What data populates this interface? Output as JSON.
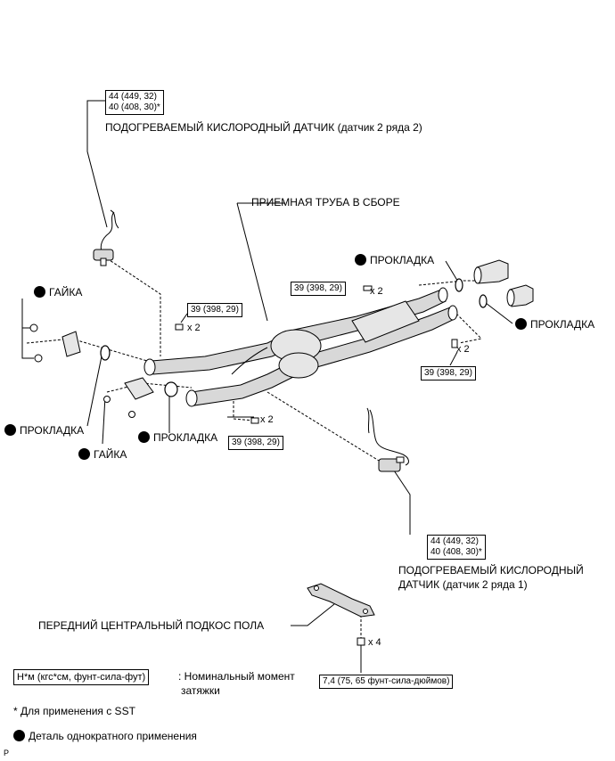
{
  "labels": {
    "sensor2": "ПОДОГРЕВАЕМЫЙ КИСЛОРОДНЫЙ ДАТЧИК (датчик 2 ряда 2)",
    "pipe_assembly": "ПРИЕМНАЯ ТРУБА В СБОРЕ",
    "gasket_top": "ПРОКЛАДКА",
    "gasket_right": "ПРОКЛАДКА",
    "nut_left": "ГАЙКА",
    "gasket_left": "ПРОКЛАДКА",
    "nut_bottom": "ГАЙКА",
    "gasket_mid": "ПРОКЛАДКА",
    "sensor1_line1": "ПОДОГРЕВАЕМЫЙ КИСЛОРОДНЫЙ",
    "sensor1_line2": "ДАТЧИК (датчик 2 ряда 1)",
    "brace": "ПЕРЕДНИЙ ЦЕНТРАЛЬНЫЙ ПОДКОС ПОЛА"
  },
  "torques": {
    "sensor_top_line1": "44 (449, 32)",
    "sensor_top_line2": "40 (408, 30)*",
    "left_bolt": "39 (398, 29)",
    "top_right_bolt": "39 (398, 29)",
    "right_bolt": "39 (398, 29)",
    "mid_bolt": "39 (398, 29)",
    "sensor_bottom_line1": "44 (449, 32)",
    "sensor_bottom_line2": "40 (408, 30)*",
    "brace_bolt": "7,4 (75, 65 фунт-сила-дюймов)"
  },
  "quantities": {
    "left_bolt": "x 2",
    "top_right_bolt": "x 2",
    "right_bolt": "x 2",
    "mid_bolt": "x 2",
    "brace_bolt": "x 4"
  },
  "legend": {
    "unit_box": "Н*м (кгс*см, фунт-сила-фут)",
    "unit_desc_line1": ": Номинальный момент",
    "unit_desc_line2": "затяжки",
    "sst_note": "* Для применения с SST",
    "single_use": "Деталь однократного применения"
  },
  "corner_mark": "P",
  "colors": {
    "ink": "#000000",
    "paper": "#ffffff",
    "part_gray": "#d8d8d8"
  }
}
